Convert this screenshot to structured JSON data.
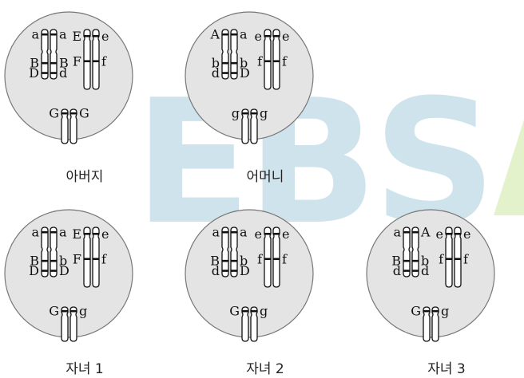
{
  "watermark": {
    "text": "EBS",
    "color": "#cfe3ec",
    "accent": "#e4f2cc"
  },
  "colors": {
    "cell_fill": "#e4e4e4",
    "cell_stroke": "#777777",
    "chromosome_stroke": "#111111"
  },
  "cells": [
    {
      "caption": "아버지",
      "chromosome_pairs": [
        {
          "labels_left": [
            "a",
            "B",
            "D"
          ],
          "labels_right": [
            "a",
            "B",
            "d"
          ]
        },
        {
          "labels_left": [
            "E",
            "F"
          ],
          "labels_right": [
            "e",
            "f"
          ]
        },
        {
          "labels_left": [
            "G"
          ],
          "labels_right": [
            "G"
          ]
        }
      ]
    },
    {
      "caption": "어머니",
      "chromosome_pairs": [
        {
          "labels_left": [
            "A",
            "b",
            "d"
          ],
          "labels_right": [
            "a",
            "b",
            "D"
          ]
        },
        {
          "labels_left": [
            "e",
            "f"
          ],
          "labels_right": [
            "e",
            "f"
          ]
        },
        {
          "labels_left": [
            "g"
          ],
          "labels_right": [
            "g"
          ]
        }
      ]
    },
    {
      "caption": "자녀 1",
      "chromosome_pairs": [
        {
          "labels_left": [
            "a",
            "B",
            "D"
          ],
          "labels_right": [
            "a",
            "b",
            "D"
          ]
        },
        {
          "labels_left": [
            "E",
            "F"
          ],
          "labels_right": [
            "e",
            "f"
          ]
        },
        {
          "labels_left": [
            "G"
          ],
          "labels_right": [
            "g"
          ]
        }
      ]
    },
    {
      "caption": "자녀 2",
      "chromosome_pairs": [
        {
          "labels_left": [
            "a",
            "B",
            "d"
          ],
          "labels_right": [
            "a",
            "b",
            "D"
          ]
        },
        {
          "labels_left": [
            "e",
            "f"
          ],
          "labels_right": [
            "e",
            "f"
          ]
        },
        {
          "labels_left": [
            "G"
          ],
          "labels_right": [
            "g"
          ]
        }
      ]
    },
    {
      "caption": "자녀 3",
      "chromosome_pairs": [
        {
          "labels_left": [
            "a",
            "B",
            "d"
          ],
          "labels_right": [
            "A",
            "b",
            "d"
          ]
        },
        {
          "labels_left": [
            "e",
            "f"
          ],
          "labels_right": [
            "e",
            "f"
          ]
        },
        {
          "labels_left": [
            "G"
          ],
          "labels_right": [
            "g"
          ]
        }
      ]
    }
  ]
}
